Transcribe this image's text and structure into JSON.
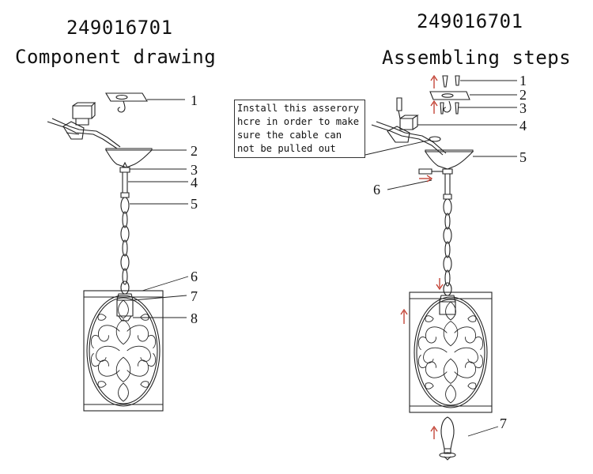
{
  "left_panel": {
    "code": "249016701",
    "title": "Component drawing",
    "callouts": [
      "1",
      "2",
      "3",
      "4",
      "5",
      "6",
      "7",
      "8"
    ]
  },
  "right_panel": {
    "code": "249016701",
    "title": "Assembling steps",
    "callouts": [
      "1",
      "2",
      "3",
      "4",
      "5",
      "6",
      "7"
    ],
    "note": "Install this asserory\nhcre in order to make\nsure the cable can\nnot be pulled out"
  },
  "colors": {
    "ink": "#222222",
    "arrow": "#c0392b"
  }
}
